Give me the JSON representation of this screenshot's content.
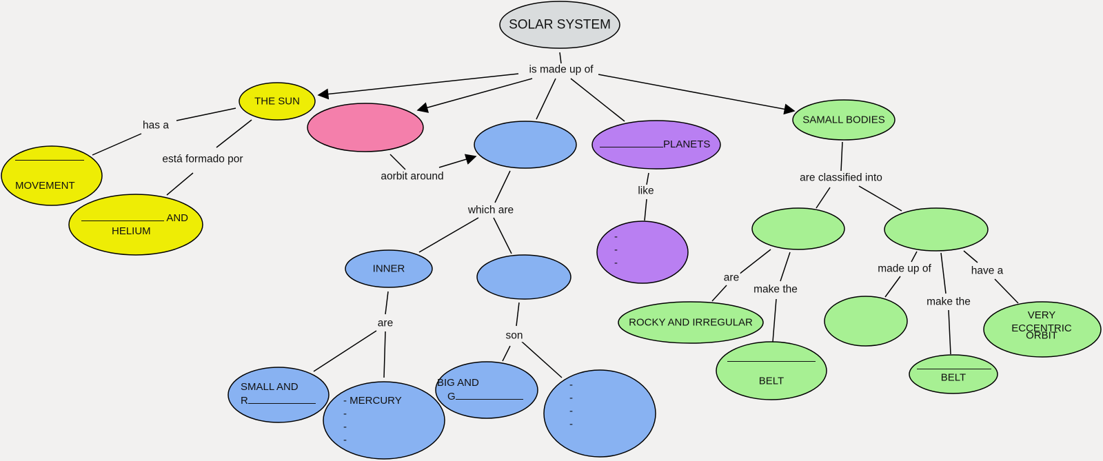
{
  "colors": {
    "title": "#d9dcdd",
    "sun": "#eeed05",
    "pink": "#f47fab",
    "blue": "#88b2f2",
    "purple": "#b97ff2",
    "green": "#a7f093"
  },
  "nodes": {
    "title": "SOLAR SYSTEM",
    "sun": "THE SUN",
    "movement": "MOVEMENT",
    "helium": "AND",
    "helium2": "HELIUM",
    "inner": "INNER",
    "small_and": "SMALL AND",
    "small_r": "R",
    "mercury": "- MERCURY",
    "big_and": "BIG AND",
    "big_g": "G",
    "planets": "PLANETS",
    "small_bodies": "SAMALL BODIES",
    "rocky": "ROCKY AND IRREGULAR",
    "belt1": "BELT",
    "belt2": "BELT",
    "eccentric1": "VERY ECCENTRIC",
    "eccentric2": "ORBIT",
    "dash": "-"
  },
  "links": {
    "made_up_of": "is made up of",
    "has_a": "has a",
    "formado": "está formado por",
    "orbit_around": "aorbit around",
    "which_are": "which are",
    "are_inner": "are",
    "son": "son",
    "like": "like",
    "classified": "are classified into",
    "are_green": "are",
    "make_the_1": "make the",
    "made_up_of_2": "made up of",
    "make_the_2": "make the",
    "have_a": "have a"
  }
}
